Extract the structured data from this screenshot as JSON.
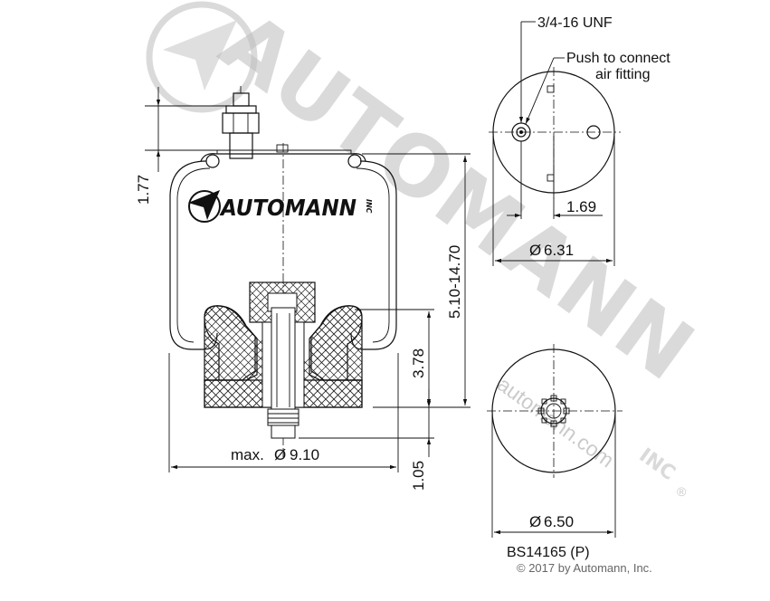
{
  "watermark": {
    "brand": "AUTOMANN",
    "inc": "INC",
    "registered": "®",
    "url": "automann.com"
  },
  "logo": {
    "text": "AUTOMANN",
    "inc": "INC"
  },
  "dimensions": {
    "thread": "3/4-16 UNF",
    "fitting_line1": "Push to connect",
    "fitting_line2": "air fitting",
    "offset": "1.69",
    "top_diameter": "6.31",
    "bottom_diameter": "6.50",
    "max_diameter_prefix": "max.",
    "max_diameter": "9.10",
    "height_range": "5.10-14.70",
    "stud_height": "1.77",
    "piston_height": "3.78",
    "base_height": "1.05",
    "diameter_symbol": "Ø"
  },
  "part_number": "BS14165 (P)",
  "copyright": "© 2017 by Automann, Inc."
}
